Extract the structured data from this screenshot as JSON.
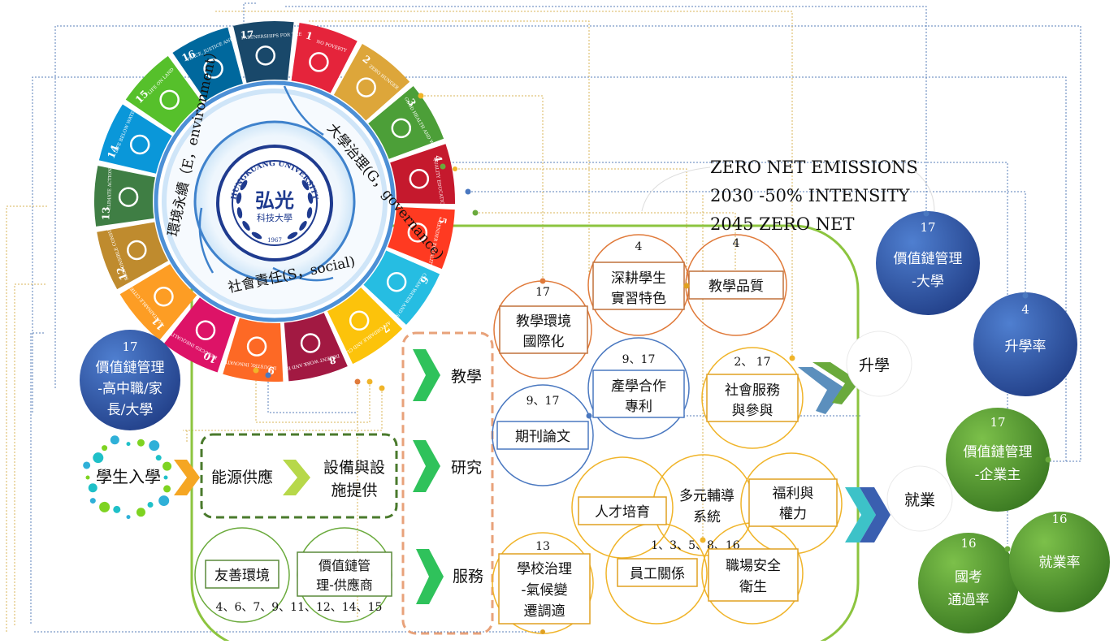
{
  "emissions": {
    "line1": "ZERO NET EMISSIONS",
    "line2": "2030 -50% INTENSITY",
    "line3": "2045 ZERO NET"
  },
  "logo": {
    "arc_text": "HUNGKUANG UNIVERSITY",
    "name": "弘光",
    "subname": "科技大學",
    "year": "1967"
  },
  "esg": {
    "environment": "環境永續（E，environment）",
    "governance": "大學治理(G，governance)",
    "social": "社會責任(S，social)"
  },
  "sdg_tiles": [
    {
      "num": "1",
      "label": "NO POVERTY",
      "color": "#e5243b"
    },
    {
      "num": "2",
      "label": "ZERO HUNGER",
      "color": "#dda63a"
    },
    {
      "num": "3",
      "label": "GOOD HEALTH AND WELL-BEING",
      "color": "#4c9f38"
    },
    {
      "num": "4",
      "label": "QUALITY EDUCATION",
      "color": "#c5192d"
    },
    {
      "num": "5",
      "label": "GENDER EQUALITY",
      "color": "#ff3a21"
    },
    {
      "num": "6",
      "label": "CLEAN WATER AND SANITATION",
      "color": "#26bde2"
    },
    {
      "num": "7",
      "label": "AFFORDABLE AND CLEAN ENERGY",
      "color": "#fcc30b"
    },
    {
      "num": "8",
      "label": "DECENT WORK AND ECONOMIC GROWTH",
      "color": "#a21942"
    },
    {
      "num": "9",
      "label": "INDUSTRY, INNOVATION AND INFRASTRUCTURE",
      "color": "#fd6925"
    },
    {
      "num": "10",
      "label": "REDUCED INEQUALITIES",
      "color": "#dd1367"
    },
    {
      "num": "11",
      "label": "SUSTAINABLE CITIES AND COMMUNITIES",
      "color": "#fd9d24"
    },
    {
      "num": "12",
      "label": "RESPONSIBLE CONSUMPTION AND PRODUCTION",
      "color": "#bf8b2e"
    },
    {
      "num": "13",
      "label": "CLIMATE ACTION",
      "color": "#3f7e44"
    },
    {
      "num": "14",
      "label": "LIFE BELOW WATER",
      "color": "#0a97d9"
    },
    {
      "num": "15",
      "label": "LIFE ON LAND",
      "color": "#56c02b"
    },
    {
      "num": "16",
      "label": "PEACE, JUSTICE AND STRONG INSTITUTIONS",
      "color": "#00689d"
    },
    {
      "num": "17",
      "label": "PARTNERSHIPS FOR THE GOALS",
      "color": "#19486a"
    }
  ],
  "flow": {
    "student_entry": "學生入學",
    "energy": "能源供應",
    "facility_l1": "設備與設",
    "facility_l2": "施提供",
    "teaching": "教學",
    "research": "研究",
    "service": "服務",
    "further_study": "升學",
    "employment": "就業"
  },
  "supply": {
    "friendly": "友善環境",
    "chain_l1": "價值鏈管",
    "chain_l2": "理-供應商",
    "sdg_list": "4、6、7、9、11、12、14、15"
  },
  "teaching_nodes": {
    "intl_num": "17",
    "intl_l1": "教學環境",
    "intl_l2": "國際化",
    "practice_num": "4",
    "practice_l1": "深耕學生",
    "practice_l2": "實習特色",
    "quality_num": "4",
    "quality": "教學品質"
  },
  "research_nodes": {
    "patent_num": "9、17",
    "patent_l1": "產學合作",
    "patent_l2": "專利",
    "journal_num": "9、17",
    "journal": "期刊論文",
    "social_num": "2、 17",
    "social_l1": "社會服務",
    "social_l2": "與參與"
  },
  "service_nodes": {
    "gov_num": "13",
    "gov_l1": "學校治理",
    "gov_l2": "-氣候變",
    "gov_l3": "遷調適",
    "talent": "人才培育",
    "counsel_l1": "多元輔導",
    "counsel_l2": "系統",
    "welfare_l1": "福利與",
    "welfare_l2": "權力",
    "hr_num": "1、3、5、8、16",
    "staff": "員工關係",
    "safety_l1": "職場安全",
    "safety_l2": "衛生"
  },
  "stakeholders": {
    "hs_num": "17",
    "hs_l1": "價值鏈管理",
    "hs_l2": "-高中職/家",
    "hs_l3": "長/大學",
    "uni_num": "17",
    "uni_l1": "價值鏈管理",
    "uni_l2": "-大學",
    "rate_num": "4",
    "rate": "升學率",
    "emp_num": "17",
    "emp_l1": "價值鏈管理",
    "emp_l2": "-企業主",
    "exam_num": "16",
    "exam_l1": "國考",
    "exam_l2": "通過率",
    "job_num": "16",
    "job": "就業率"
  },
  "colors": {
    "green_frame": "#8cc43f",
    "dashed_green": "#4a7a2c",
    "dashed_orange": "#e8a27a",
    "orange_circle": "#e07a3a",
    "blue_circle": "#4a78c0",
    "yellow_circle": "#f0b429",
    "green_circle": "#6aaa3c",
    "navy_ball": "#2f55a6",
    "green_ball": "#4f9a2e",
    "chevron_green": "#2fc25b",
    "chevron_orange": "#f5a623"
  }
}
